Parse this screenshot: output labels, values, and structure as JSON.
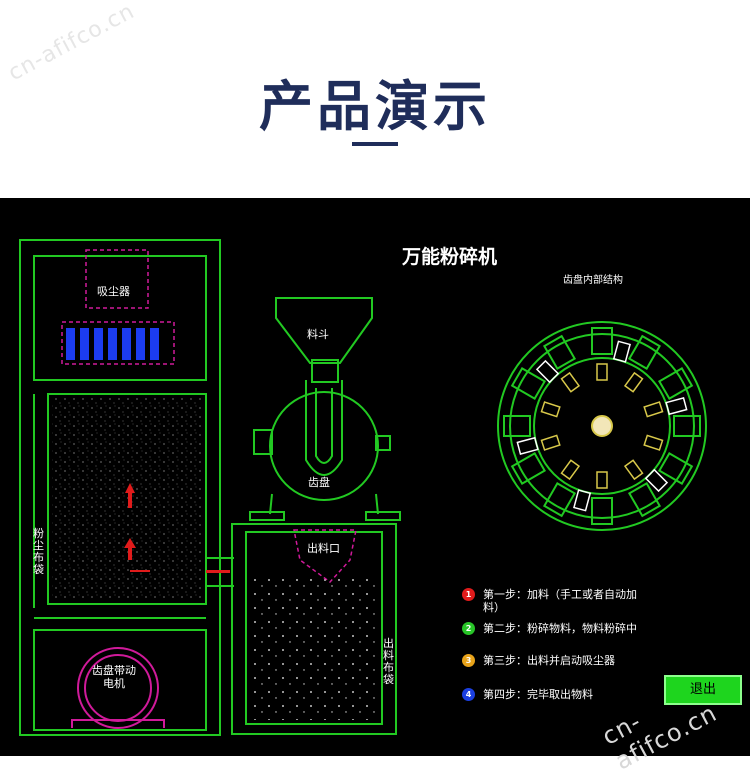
{
  "watermark": "cn-afifco.cn",
  "watermark2": "cn-afifco.cn",
  "page_title": "产品演示",
  "panel": {
    "machine_title": "万能粉碎机",
    "gear_structure_title": "齿盘内部结构",
    "labels": {
      "dust_collector": "吸尘器",
      "hopper": "料斗",
      "gear_disc": "齿盘",
      "outlet": "出料口",
      "motor": "齿盘带动电机",
      "dust_bag": "粉尘布袋",
      "output_bag": "出料布袋"
    },
    "steps": [
      {
        "num": "1",
        "color": "#e01b1b",
        "text": "第一步：加料（手工或者自动加料）"
      },
      {
        "num": "2",
        "color": "#27c427",
        "text": "第二步：粉碎物料，物料粉碎中"
      },
      {
        "num": "3",
        "color": "#e8a31a",
        "text": "第三步：出料并启动吸尘器"
      },
      {
        "num": "4",
        "color": "#1b3fe0",
        "text": "第四步：完毕取出物料"
      }
    ],
    "exit_label": "退出"
  },
  "colors": {
    "outline": "#22c922",
    "magenta": "#d01a9a",
    "blue_filter": "#1c3cf0",
    "yellow": "#d8c84a",
    "title_blue": "#1f2d5a"
  }
}
